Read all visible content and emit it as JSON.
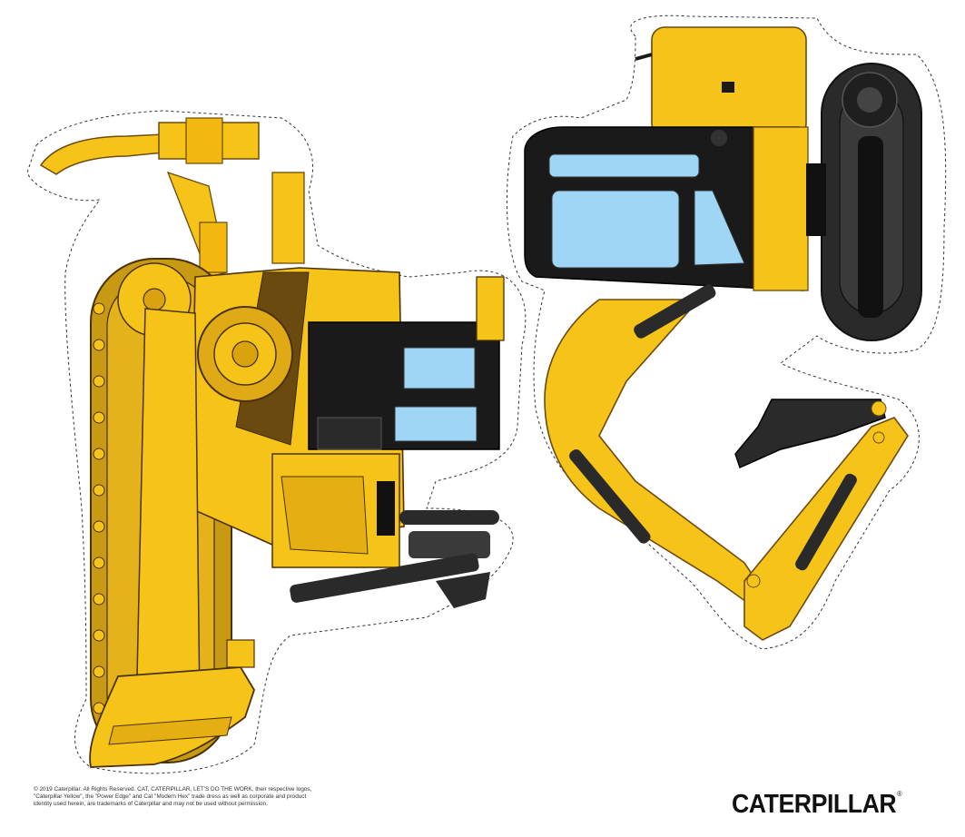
{
  "legal": {
    "line1": "© 2019 Caterpillar. All Rights Reserved. CAT, CATERPILLAR, LET'S DO THE WORK, their respective logos,",
    "line2": "\"Caterpillar Yellow\", the \"Power Edge\" and Cat \"Modern Hex\" trade dress as well as corporate and product",
    "line3": "identity used herein, are trademarks of Caterpillar and may not be used without permission."
  },
  "brand": {
    "wordmark": "CATERPILLAR",
    "mark": "®"
  },
  "colors": {
    "cat_yellow": "#f6c419",
    "yellow_shade": "#d9a20e",
    "dark_brown": "#6b4a10",
    "black": "#1a1a1a",
    "glass": "#9fd6f5",
    "cut_line": "#333333"
  },
  "pieces": [
    {
      "icon": "dozer-cutout-icon"
    },
    {
      "icon": "excavator-cutout-icon"
    }
  ]
}
